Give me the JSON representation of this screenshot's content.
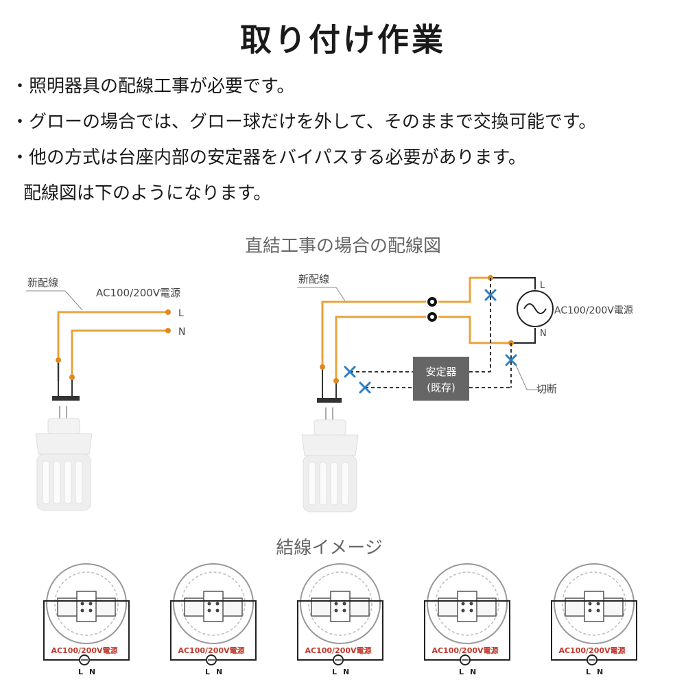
{
  "title": "取り付け作業",
  "bullets": [
    "・照明器具の配線工事が必要です。",
    "・グローの場合では、グロー球だけを外して、そのままで交換可能です。",
    "・他の方式は台座内部の安定器をバイパスする必要があります。",
    "配線図は下のようになります。"
  ],
  "diagram": {
    "caption": "直結工事の場合の配線図",
    "new_wiring": "新配線",
    "power_source": "AC100/200V電源",
    "terminal_l": "L",
    "terminal_n": "N",
    "ballast_line1": "安定器",
    "ballast_line2": "(既存)",
    "cut": "切断"
  },
  "image_section": {
    "caption": "結線イメージ",
    "panel_power": "AC100/200V電源",
    "panel_l": "L",
    "panel_n": "N",
    "panel_count": 5
  },
  "colors": {
    "wire": "#e8a33c",
    "node": "#e08a1e",
    "cut_mark": "#2a7fc4",
    "panel_red": "#c0392b"
  }
}
